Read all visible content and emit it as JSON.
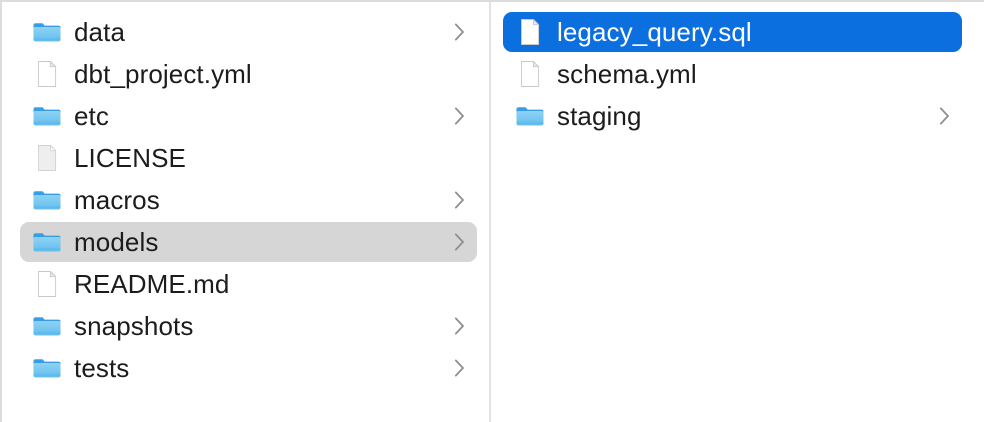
{
  "window": {
    "view_mode": "column",
    "accent_color": "#0b6fe0",
    "inactive_selection_color": "#d6d6d6",
    "text_color": "#1c1c1e",
    "divider_color": "#e2e2e3"
  },
  "columns": [
    {
      "name": "project-root-column",
      "items": [
        {
          "label": "data",
          "kind": "folder",
          "icon": "folder-icon",
          "has_chevron": true,
          "selected": false
        },
        {
          "label": "dbt_project.yml",
          "kind": "file",
          "icon": "document-icon",
          "has_chevron": false,
          "selected": false
        },
        {
          "label": "etc",
          "kind": "folder",
          "icon": "folder-icon",
          "has_chevron": true,
          "selected": false
        },
        {
          "label": "LICENSE",
          "kind": "file",
          "icon": "plain-document-icon",
          "has_chevron": false,
          "selected": false
        },
        {
          "label": "macros",
          "kind": "folder",
          "icon": "folder-icon",
          "has_chevron": true,
          "selected": false
        },
        {
          "label": "models",
          "kind": "folder",
          "icon": "folder-icon",
          "has_chevron": true,
          "selected": "inactive"
        },
        {
          "label": "README.md",
          "kind": "file",
          "icon": "document-icon",
          "has_chevron": false,
          "selected": false
        },
        {
          "label": "snapshots",
          "kind": "folder",
          "icon": "folder-icon",
          "has_chevron": true,
          "selected": false
        },
        {
          "label": "tests",
          "kind": "folder",
          "icon": "folder-icon",
          "has_chevron": true,
          "selected": false
        }
      ]
    },
    {
      "name": "models-column",
      "items": [
        {
          "label": "legacy_query.sql",
          "kind": "file",
          "icon": "document-icon",
          "has_chevron": false,
          "selected": "active"
        },
        {
          "label": "schema.yml",
          "kind": "file",
          "icon": "document-icon",
          "has_chevron": false,
          "selected": false
        },
        {
          "label": "staging",
          "kind": "folder",
          "icon": "folder-icon",
          "has_chevron": true,
          "selected": false
        }
      ]
    }
  ]
}
